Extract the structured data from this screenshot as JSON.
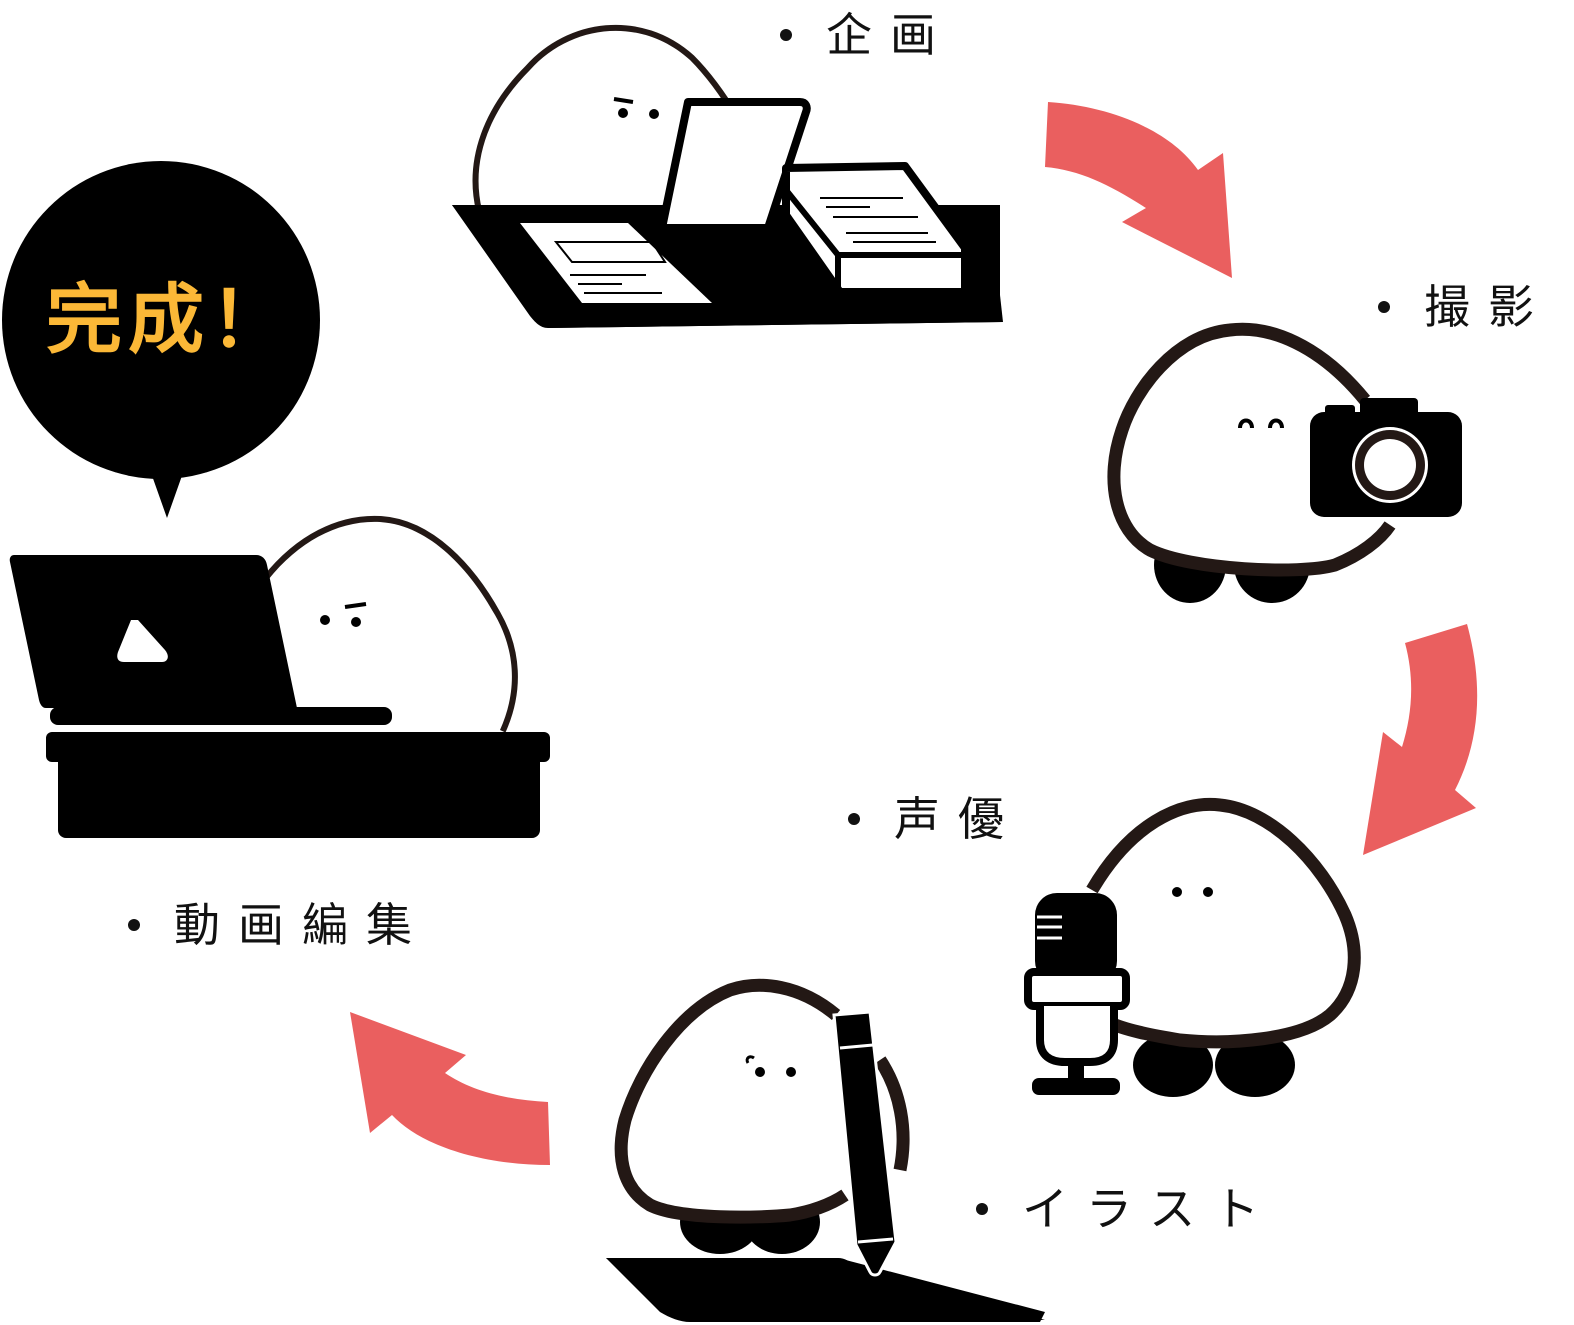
{
  "title": "動画制作ワークフロー",
  "colors": {
    "arrow": "#EA5F5F",
    "ink": "#000000",
    "outline": "#231815",
    "bubble_text": "#FBB837",
    "background": "#FFFFFF"
  },
  "steps": [
    {
      "id": "planning",
      "label": "企画",
      "icon": "laptop-documents-icon",
      "expression": "focused"
    },
    {
      "id": "shooting",
      "label": "撮影",
      "icon": "camera-icon",
      "expression": "happy"
    },
    {
      "id": "voice",
      "label": "声優",
      "icon": "microphone-icon",
      "expression": "neutral"
    },
    {
      "id": "illustration",
      "label": "イラスト",
      "icon": "pen-tablet-icon",
      "expression": "curious"
    },
    {
      "id": "editing",
      "label": "動画編集",
      "icon": "laptop-icon",
      "expression": "focused"
    }
  ],
  "completion": {
    "text": "完成！",
    "icon": "speech-bubble-icon"
  },
  "flow": [
    "planning",
    "shooting",
    "voice",
    "illustration",
    "editing"
  ]
}
